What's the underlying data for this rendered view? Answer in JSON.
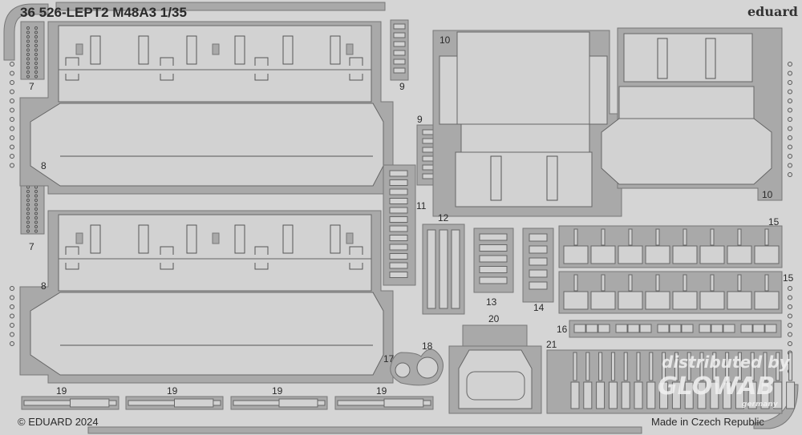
{
  "header": {
    "title": "36 526-LEPT2  M48A3 1/35",
    "brand": "eduard"
  },
  "footer": {
    "copyright": "© EDUARD 2024",
    "origin": "Made in Czech Republic"
  },
  "watermark": {
    "line1": "distributed by",
    "line2": "GLOWAB",
    "line3": "germany"
  },
  "part_numbers": {
    "p7a": "7",
    "p8a": "8",
    "p7b": "7",
    "p8b": "8",
    "p9a": "9",
    "p9b": "9",
    "p10a": "10",
    "p10b": "10",
    "p11": "11",
    "p12": "12",
    "p13": "13",
    "p14": "14",
    "p15a": "15",
    "p15b": "15",
    "p16": "16",
    "p17": "17",
    "p18": "18",
    "p19a": "19",
    "p19b": "19",
    "p19c": "19",
    "p19d": "19",
    "p20": "20",
    "p21": "21"
  },
  "colors": {
    "fret": "#d5d5d5",
    "etched": "#a9a9a9",
    "text": "#2a2a2a"
  }
}
